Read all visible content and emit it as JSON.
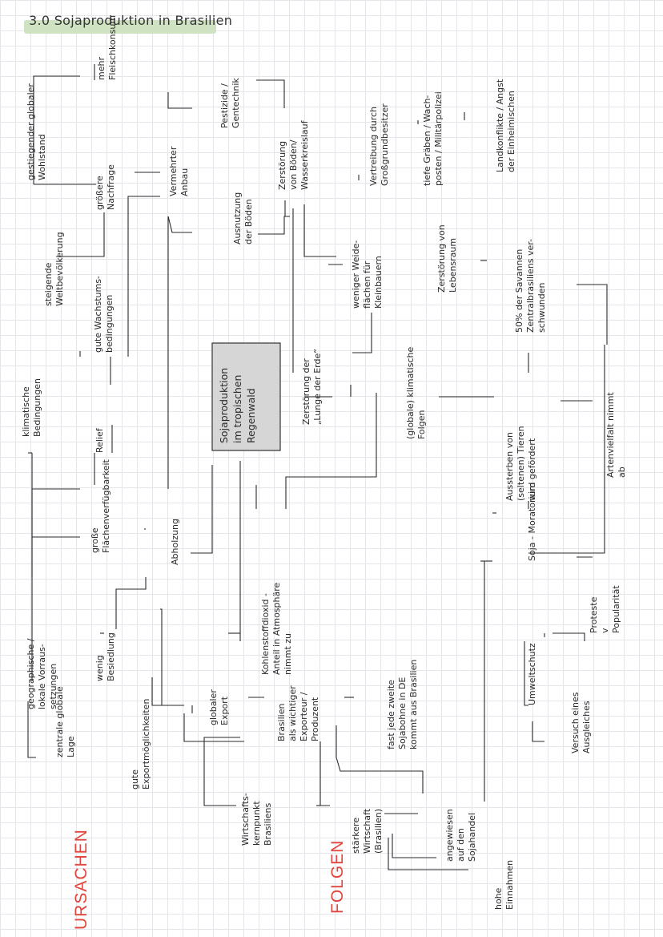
{
  "title": "3.0 Sojaproduktion in Brasilien",
  "sections": {
    "causes": "URSACHEN",
    "consequences": "FOLGEN"
  },
  "nodes": [
    {
      "id": "zentrale",
      "lines": [
        "zentrale globale",
        "Lage"
      ]
    },
    {
      "id": "gute_export",
      "lines": [
        "gute",
        "Exportmöglichkeiten"
      ]
    },
    {
      "id": "geo",
      "lines": [
        "geographische /",
        "lokale Vorraus-",
        "setzungen"
      ]
    },
    {
      "id": "wenig",
      "lines": [
        "wenig",
        "Besiedlung"
      ]
    },
    {
      "id": "klima",
      "lines": [
        "klimatische",
        "Bedingungen"
      ]
    },
    {
      "id": "relief",
      "lines": [
        "Relief"
      ]
    },
    {
      "id": "grosse",
      "lines": [
        "große",
        "Flächenverfügbarkeit"
      ]
    },
    {
      "id": "gute_wachstum",
      "lines": [
        "gute Wachstums-",
        "bedingungen"
      ]
    },
    {
      "id": "abholzung",
      "lines": [
        "Abholzung"
      ]
    },
    {
      "id": "steigende",
      "lines": [
        "steigende",
        "Weltbevölkerung"
      ]
    },
    {
      "id": "wohlstand",
      "lines": [
        "gestiegender globaler",
        "Wohlstand"
      ]
    },
    {
      "id": "groessere",
      "lines": [
        "größere",
        "Nachfrage"
      ]
    },
    {
      "id": "mehr",
      "lines": [
        "mehr",
        "Fleischkonsum"
      ]
    },
    {
      "id": "anbau",
      "lines": [
        "Vermehrter",
        "Anbau"
      ]
    },
    {
      "id": "pestizide",
      "lines": [
        "Pestizide /",
        "Gentechnik"
      ]
    },
    {
      "id": "ausnutzung",
      "lines": [
        "Ausnutzung",
        "der Böden"
      ]
    },
    {
      "id": "zerstoerung_boden",
      "lines": [
        "Zerstörung",
        "von Böden/",
        "Wasserkreislauf"
      ]
    },
    {
      "id": "vertreibung",
      "lines": [
        "Vertreibung durch",
        "Großgrundbesitzer"
      ]
    },
    {
      "id": "tiefe",
      "lines": [
        "tiefe Gräben / Wach-",
        "posten / Militärpolizei"
      ]
    },
    {
      "id": "landkonflikt",
      "lines": [
        "Landkonflikte / Angst",
        "der Einheimischen"
      ]
    },
    {
      "id": "weniger",
      "lines": [
        "weniger Weide-",
        "flächen für",
        "Kleinbauern"
      ]
    },
    {
      "id": "lebensraum",
      "lines": [
        "Zerstörung von",
        "Lebensraum"
      ]
    },
    {
      "id": "savannen",
      "lines": [
        "50% der Savannen",
        "Zentralbrasiliens ver-",
        "schwunden"
      ]
    },
    {
      "id": "lunge",
      "lines": [
        "Zerstörung der",
        "„Lunge der Erde“"
      ]
    },
    {
      "id": "klimafolgen",
      "lines": [
        "(globale) klimatische",
        "Folgen"
      ]
    },
    {
      "id": "aussterben",
      "lines": [
        "Aussterben von",
        "(seltenen) Tieren",
        "wird gefördert"
      ]
    },
    {
      "id": "artenvielfalt",
      "lines": [
        "Artenvielfalt nimmt",
        "ab"
      ]
    },
    {
      "id": "kohlen",
      "lines": [
        "Kohlenstoffdioxid -",
        "Anteil in Atmosphäre",
        "nimmt zu"
      ]
    },
    {
      "id": "globaler_export",
      "lines": [
        "globaler",
        "Export"
      ]
    },
    {
      "id": "brasilien",
      "lines": [
        "Brasilien",
        "als wichtiger",
        "Exporteur /",
        "Produzent"
      ]
    },
    {
      "id": "fast",
      "lines": [
        "fast jede zweite",
        "Sojabohne in DE",
        "kommt aus Brasilien"
      ]
    },
    {
      "id": "wirtschaft",
      "lines": [
        "Wirtschafts-",
        "kernpunkt",
        "Brasiliens"
      ]
    },
    {
      "id": "staerkere",
      "lines": [
        "stärkere",
        "Wirtschaft",
        "(Brasilien)"
      ]
    },
    {
      "id": "angewiesen",
      "lines": [
        "angewiesen",
        "auf den",
        "Sojahandel"
      ]
    },
    {
      "id": "hohe",
      "lines": [
        "hohe",
        "Einnahmen"
      ]
    },
    {
      "id": "moratorium",
      "lines": [
        "Soja - Moratorium"
      ]
    },
    {
      "id": "umwelt",
      "lines": [
        "Umweltschutz"
      ]
    },
    {
      "id": "proteste",
      "lines": [
        "Proteste",
        "v",
        "Popularität"
      ]
    },
    {
      "id": "versuch",
      "lines": [
        "Versuch eines",
        "Ausgleiches"
      ]
    }
  ],
  "central": {
    "lines": [
      "Sojaproduktion",
      "im tropischen",
      "Regenwald"
    ]
  }
}
